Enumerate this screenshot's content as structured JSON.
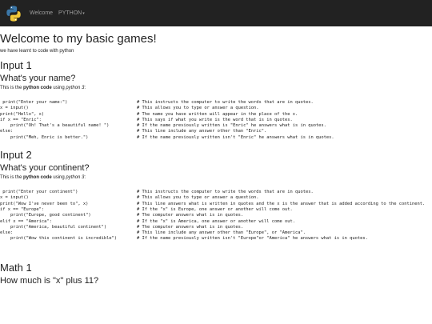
{
  "nav": {
    "brand_icon": "python-logo-icon",
    "welcome_label": "Welcome",
    "python_label": "PYTHON",
    "python_caret": "▾"
  },
  "page": {
    "title": "Welcome to my basic games!",
    "subtitle": "we have learnt to code with python"
  },
  "sections": [
    {
      "heading": "Input 1",
      "question": "What's your name?",
      "lead_prefix": "This is the ",
      "lead_bold": "python code",
      "lead_mid": " using ",
      "lead_italic": "python 3",
      "lead_suffix": ":",
      "rows": [
        {
          "code": " print(\"Enter your name:\")",
          "comment": "# This instructs the computer to write the words that are in quotes."
        },
        {
          "code": "x = input()",
          "comment": "# This allows you to type or answer a question."
        },
        {
          "code": "print(\"Hello\", x)",
          "comment": "# The name you have written will appear in the place of the x."
        },
        {
          "code": "if x == \"Enric\":",
          "comment": "# This says if what you write is the word that is in quotes."
        },
        {
          "code": "    print(\"Oh! That's a beautiful name! \")",
          "comment": "# If the name previously written is \"Enric\" he answers what is in quotes."
        },
        {
          "code": "else:",
          "comment": "# This line include any answer other than \"Enric\"."
        },
        {
          "code": "    print(\"Meh, Enric is better.\")",
          "comment": "# If the name previously written isn't \"Enric\" he answers what is in quotes."
        }
      ]
    },
    {
      "heading": "Input 2",
      "question": "What's your continent?",
      "lead_prefix": "This is the ",
      "lead_bold": "python code",
      "lead_mid": " using ",
      "lead_italic": "python 3",
      "lead_suffix": ":",
      "rows": [
        {
          "code": " print(\"Enter your continent\")",
          "comment": "# This instructs the computer to write the words that are in quotes."
        },
        {
          "code": "x = input()",
          "comment": "# This allows you to type or answer a question."
        },
        {
          "code": "print(\"Wow I've never been to\", x)",
          "comment": "# This line answers what is written in quotes and the x is the answer that is added according to the continent."
        },
        {
          "code": "if x == \"Europe\":",
          "comment": "# If the \"x\" is Europe, one answer or another will come out."
        },
        {
          "code": "    print(\"Europe, good continent\")",
          "comment": "# The computer answers what is in quotes."
        },
        {
          "code": "elif x == \"America\":",
          "comment": "# If the \"x\" is America, one answer or another will come out."
        },
        {
          "code": "    print(\"America, beautiful continent\")",
          "comment": "# The computer answers what is in quotes."
        },
        {
          "code": "else:",
          "comment": "# This line include any answer other than \"Europe\", or \"America\"."
        },
        {
          "code": "    print(\"Wow this continent is incredible\")",
          "comment": "# If the name previously written isn't \"Europe\"or \"America\" he answers what is in quotes."
        }
      ]
    },
    {
      "heading": "Math 1",
      "question": "How much is \"x\" plus 11?"
    }
  ]
}
